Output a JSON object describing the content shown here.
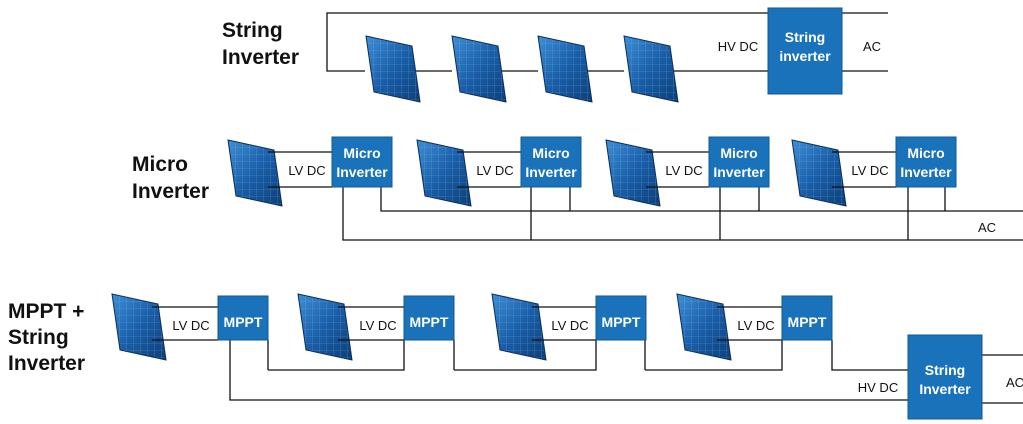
{
  "sections": {
    "string": {
      "title_line1": "String",
      "title_line2": "Inverter"
    },
    "micro": {
      "title_line1": "Micro",
      "title_line2": "Inverter"
    },
    "mppt": {
      "title_line1": "MPPT +",
      "title_line2": "String",
      "title_line3": "Inverter"
    }
  },
  "labels": {
    "hv_dc": "HV DC",
    "lv_dc": "LV DC",
    "ac": "AC",
    "string_inverter_lower_1": "String",
    "string_inverter_lower_2": "inverter",
    "string_inverter_upper_1": "String",
    "string_inverter_upper_2": "Inverter",
    "micro_1": "Micro",
    "micro_2": "Inverter",
    "mppt": "MPPT"
  },
  "colors": {
    "box": "#1a72bb",
    "panel_dark": "#0c3f78",
    "panel_light": "#3d8fd6",
    "wire": "#111111"
  },
  "icons": {
    "panel": "solar-panel-icon"
  }
}
